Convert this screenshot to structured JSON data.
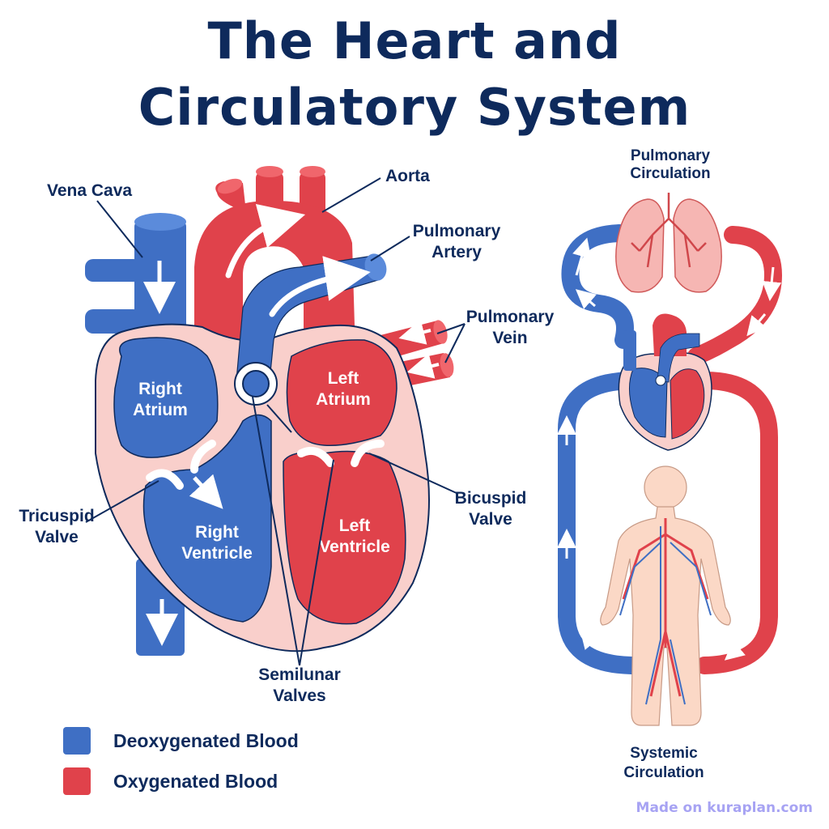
{
  "title": {
    "line1": "The Heart and",
    "line2": "Circulatory System"
  },
  "labels": {
    "vena_cava": "Vena Cava",
    "aorta": "Aorta",
    "pulmonary_artery_1": "Pulmonary",
    "pulmonary_artery_2": "Artery",
    "pulmonary_vein_1": "Pulmonary",
    "pulmonary_vein_2": "Vein",
    "right_atrium_1": "Right",
    "right_atrium_2": "Atrium",
    "left_atrium_1": "Left",
    "left_atrium_2": "Atrium",
    "right_ventricle_1": "Right",
    "right_ventricle_2": "Ventricle",
    "left_ventricle_1": "Left",
    "left_ventricle_2": "Ventricle",
    "tricuspid_1": "Tricuspid",
    "tricuspid_2": "Valve",
    "bicuspid_1": "Bicuspid",
    "bicuspid_2": "Valve",
    "semilunar_1": "Semilunar",
    "semilunar_2": "Valves",
    "pulmonary_circ_1": "Pulmonary",
    "pulmonary_circ_2": "Circulation",
    "systemic_circ_1": "Systemic",
    "systemic_circ_2": "Circulation"
  },
  "legend": {
    "deoxygenated": "Deoxygenated Blood",
    "oxygenated": "Oxygenated Blood"
  },
  "credit": "Made on kuraplan.com",
  "colors": {
    "navy": "#0e2a5c",
    "blue": "#3f6fc4",
    "blue_light": "#5b8bdb",
    "red": "#e0424b",
    "red_light": "#f0666c",
    "pink": "#f6b6b3",
    "wall": "#f9cfcb",
    "credit": "#a7a3f3"
  }
}
